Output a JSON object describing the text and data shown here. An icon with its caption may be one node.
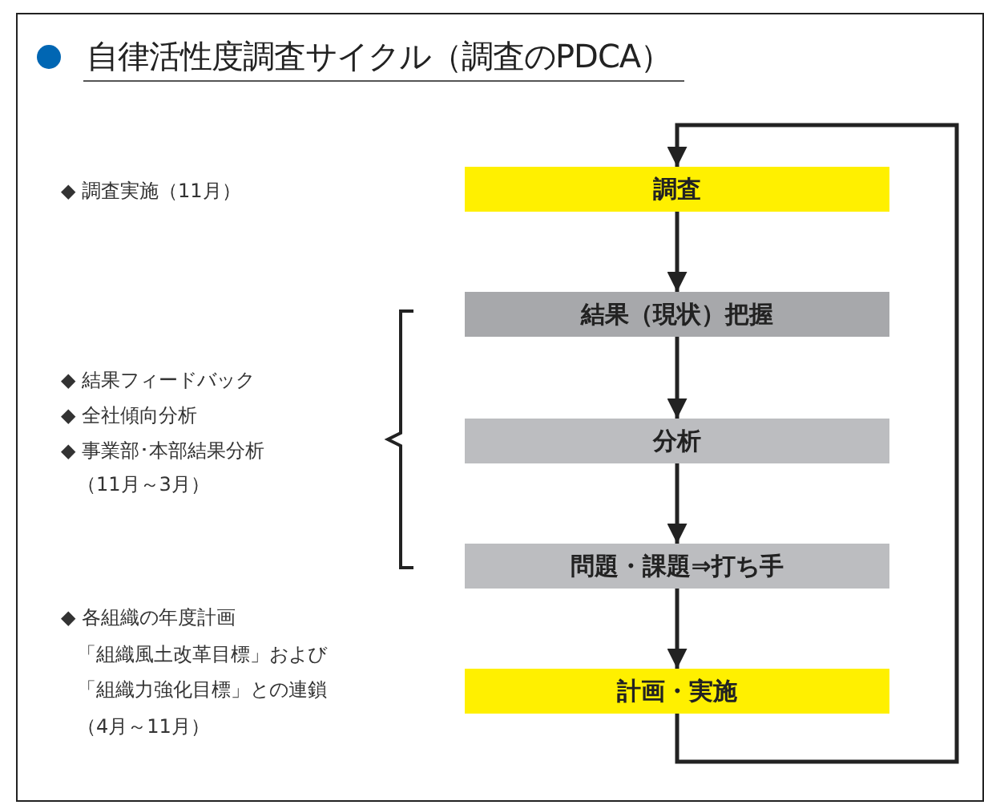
{
  "diagram": {
    "title": "自律活性度調査サイクル（調査のPDCA）",
    "nodes": [
      {
        "text": [
          "調査"
        ]
      },
      {
        "text": [
          "結果（現状）把握"
        ]
      },
      {
        "text": [
          "分析"
        ]
      },
      {
        "text": [
          "問題・課題⇒打ち手"
        ]
      },
      {
        "text": [
          "計画・実施"
        ]
      }
    ],
    "edges": [
      {
        "from": 0,
        "to": 1,
        "arrow": "to"
      },
      {
        "from": 1,
        "to": 2,
        "arrow": "to"
      },
      {
        "from": 2,
        "to": 3,
        "arrow": "to"
      },
      {
        "from": 3,
        "to": 4,
        "arrow": "to"
      },
      {
        "from": 4,
        "to": 0,
        "arrow": "to"
      }
    ],
    "labels": [
      "◆ 調査実施（11月）",
      "◆ 結果フィードバック",
      "◆ 全社傾向分析",
      "◆ 事業部･本部結果分析",
      "（11月～3月）",
      "◆ 各組織の年度計画",
      "「組織風土改革目標」および",
      "「組織力強化目標」との連鎖",
      "（4月～11月）"
    ]
  }
}
